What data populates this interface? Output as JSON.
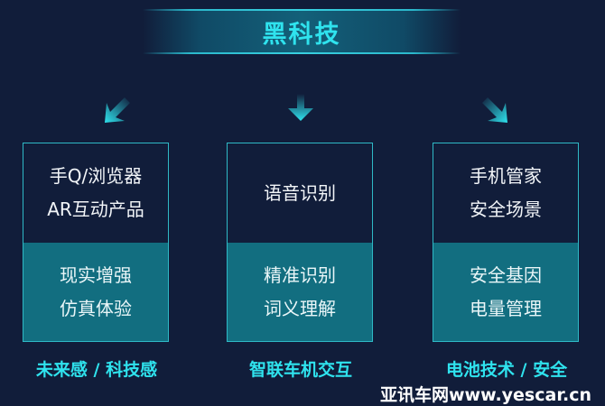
{
  "header": {
    "title": "黑科技"
  },
  "colors": {
    "background": "#111d3a",
    "accent": "#2fe3ee",
    "panel_bottom": "#126e80",
    "border": "#2fb9c6"
  },
  "arrows": [
    {
      "icon": "arrow-down-left-icon"
    },
    {
      "icon": "arrow-down-icon"
    },
    {
      "icon": "arrow-down-right-icon"
    }
  ],
  "columns": [
    {
      "top_lines": [
        "手Q/浏览器",
        "AR互动产品"
      ],
      "bottom_lines": [
        "现实增强",
        "仿真体验"
      ],
      "caption": "未来感 / 科技感"
    },
    {
      "top_lines": [
        "语音识别"
      ],
      "bottom_lines": [
        "精准识别",
        "词义理解"
      ],
      "caption": "智联车机交互"
    },
    {
      "top_lines": [
        "手机管家",
        "安全场景"
      ],
      "bottom_lines": [
        "安全基因",
        "电量管理"
      ],
      "caption": "电池技术 / 安全"
    }
  ],
  "watermark": "亚讯车网www.yescar.cn"
}
